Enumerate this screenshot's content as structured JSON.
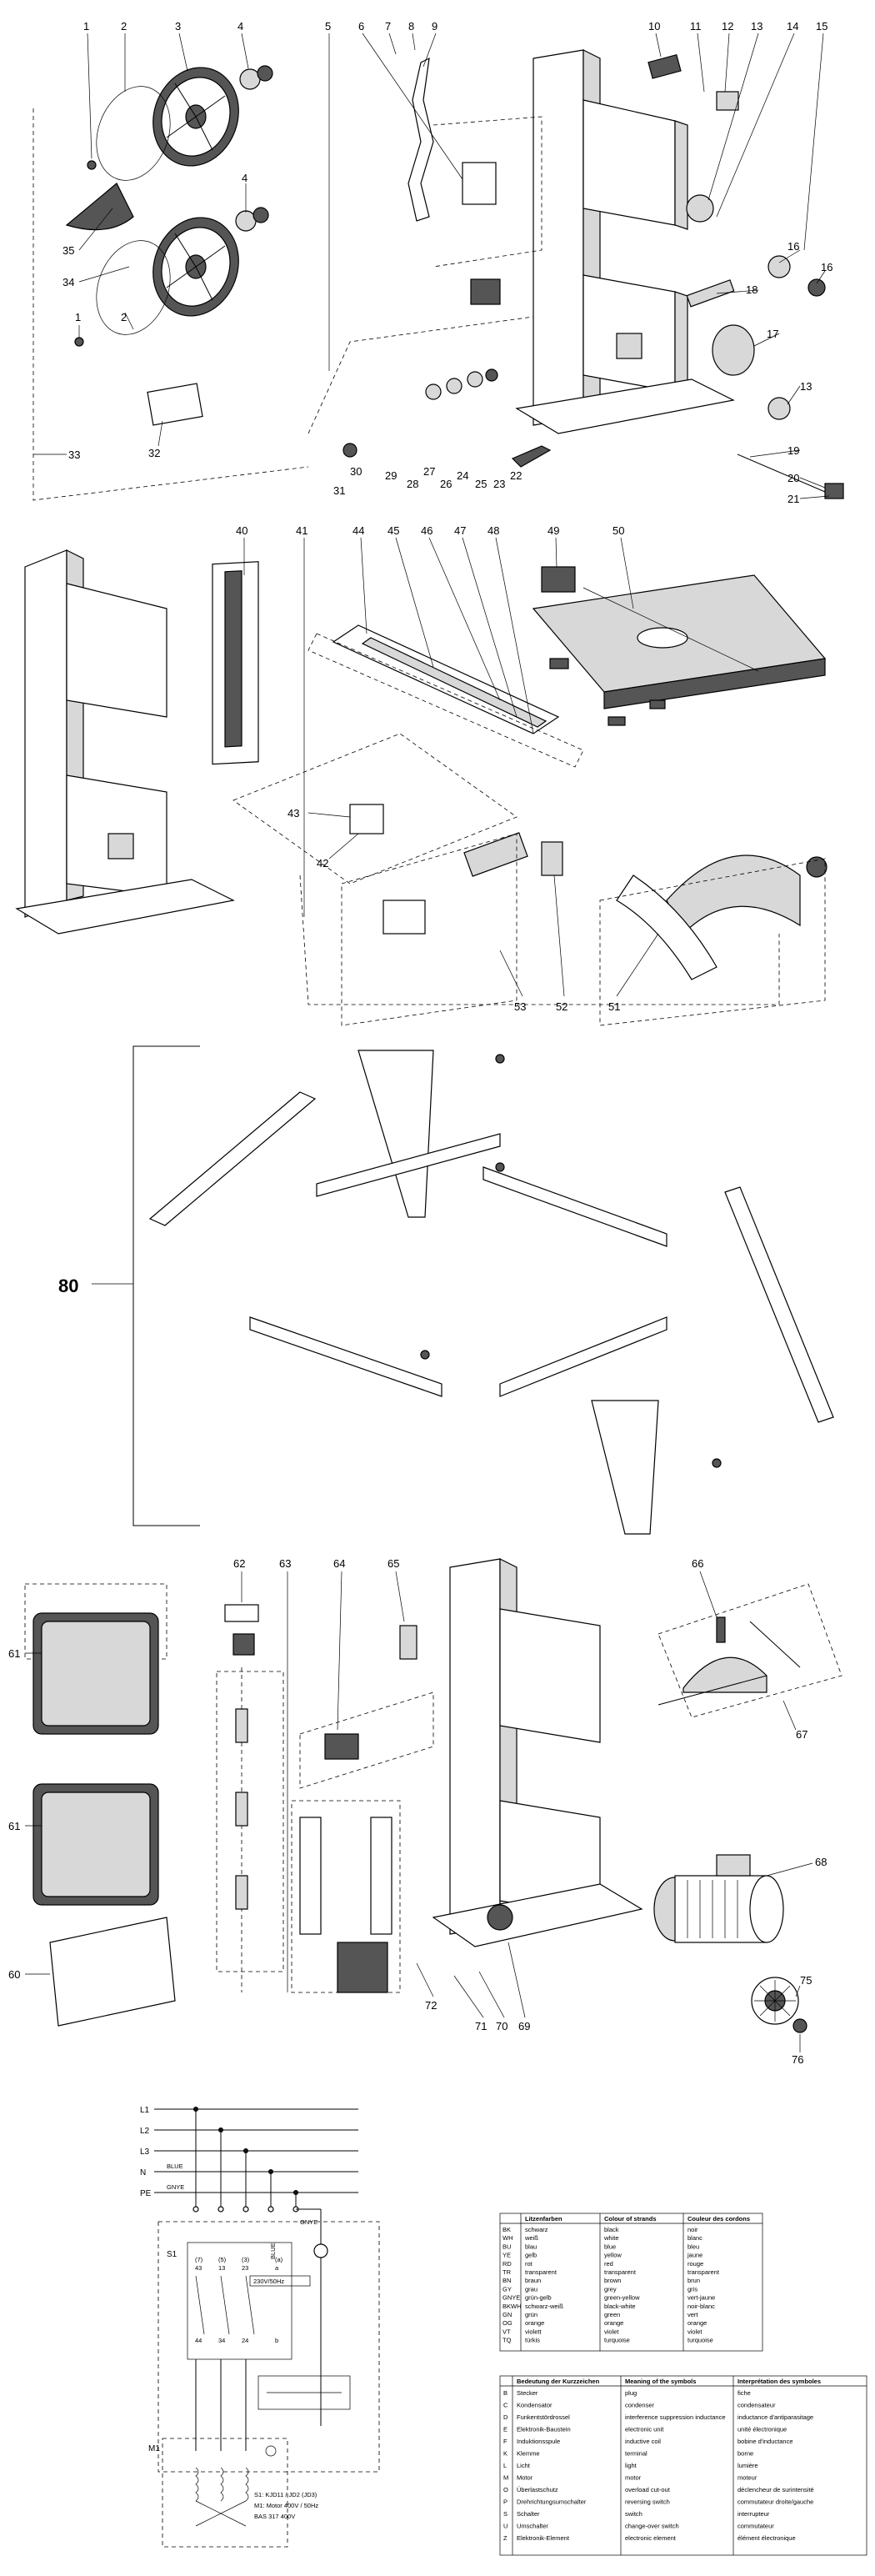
{
  "section_a": {
    "labels": [
      "1",
      "2",
      "3",
      "4",
      "5",
      "6",
      "7",
      "8",
      "9",
      "10",
      "11",
      "12",
      "13",
      "14",
      "15",
      "4",
      "35",
      "34",
      "2",
      "1",
      "33",
      "32",
      "31",
      "30",
      "29",
      "28",
      "27",
      "26",
      "24",
      "25",
      "23",
      "22",
      "16",
      "16",
      "17",
      "18",
      "13",
      "19",
      "20",
      "21"
    ]
  },
  "section_b": {
    "labels": [
      "40",
      "41",
      "44",
      "45",
      "46",
      "47",
      "48",
      "49",
      "50",
      "43",
      "42",
      "53",
      "52",
      "51"
    ]
  },
  "section_c": {
    "label": "80"
  },
  "section_d": {
    "labels": [
      "62",
      "63",
      "64",
      "65",
      "66",
      "61",
      "61",
      "60",
      "67",
      "68",
      "75",
      "76",
      "72",
      "71",
      "70",
      "69"
    ]
  },
  "wiring": {
    "lines": [
      "L1",
      "L2",
      "L3",
      "N",
      "PE"
    ],
    "n_color": "BLUE",
    "pe_color": "GNYE",
    "switch_label": "S1",
    "motor_label": "M1",
    "gnye_label": "GNYE",
    "blue_label": "BLUE",
    "contact_top": [
      "(7)",
      "(5)",
      "(3)",
      "(a)"
    ],
    "contact_top2": [
      "43",
      "13",
      "23",
      "a"
    ],
    "contact_bottom": [
      "44",
      "34",
      "24",
      "b"
    ],
    "coil_label": "230V/50Hz",
    "notes": [
      "S1: KJD11 / JD2 (JD3)",
      "M1: Motor 400V / 50Hz",
      "BAS 317 400V"
    ]
  },
  "color_legend": {
    "headers": [
      "Litzenfarben",
      "Colour of strands",
      "Couleur des cordons"
    ],
    "rows": [
      [
        "BK",
        "schwarz",
        "black",
        "noir"
      ],
      [
        "WH",
        "weiß",
        "white",
        "blanc"
      ],
      [
        "BU",
        "blau",
        "blue",
        "bleu"
      ],
      [
        "YE",
        "gelb",
        "yellow",
        "jaune"
      ],
      [
        "RD",
        "rot",
        "red",
        "rouge"
      ],
      [
        "TR",
        "transparent",
        "transparent",
        "transparent"
      ],
      [
        "BN",
        "braun",
        "brown",
        "brun"
      ],
      [
        "GY",
        "grau",
        "grey",
        "gris"
      ],
      [
        "GNYE",
        "grün-gelb",
        "green-yellow",
        "vert-jaune"
      ],
      [
        "BKWH",
        "schwarz-weiß",
        "black-white",
        "noir-blanc"
      ],
      [
        "GN",
        "grün",
        "green",
        "vert"
      ],
      [
        "OG",
        "orange",
        "orange",
        "orange"
      ],
      [
        "VT",
        "violett",
        "violet",
        "violet"
      ],
      [
        "TQ",
        "türkis",
        "turquoise",
        "turquoise"
      ]
    ]
  },
  "symbol_legend": {
    "headers": [
      "Bedeutung der Kurzzeichen",
      "Meaning of the symbols",
      "Interprétation des symboles"
    ],
    "rows": [
      [
        "B",
        "Stecker",
        "plug",
        "fiche"
      ],
      [
        "C",
        "Kondensator",
        "condenser",
        "condensateur"
      ],
      [
        "D",
        "Funkentstördrossel",
        "interference suppression inductance",
        "inductance d'antiparasitage"
      ],
      [
        "E",
        "Elektronik-Baustein",
        "electronic unit",
        "unité électronique"
      ],
      [
        "F",
        "Induktionsspule",
        "inductive coil",
        "bobine d'inductance"
      ],
      [
        "K",
        "Klemme",
        "terminal",
        "borne"
      ],
      [
        "L",
        "Licht",
        "light",
        "lumière"
      ],
      [
        "M",
        "Motor",
        "motor",
        "moteur"
      ],
      [
        "O",
        "Überlastschutz",
        "overload cut-out",
        "déclencheur de surintensité"
      ],
      [
        "P",
        "Drehrichtungsumschalter",
        "reversing switch",
        "commutateur droite/gauche"
      ],
      [
        "S",
        "Schalter",
        "switch",
        "interrupteur"
      ],
      [
        "U",
        "Umschalter",
        "change-over switch",
        "commutateur"
      ],
      [
        "Z",
        "Elektronik-Element",
        "electronic element",
        "élément électronique"
      ]
    ]
  }
}
